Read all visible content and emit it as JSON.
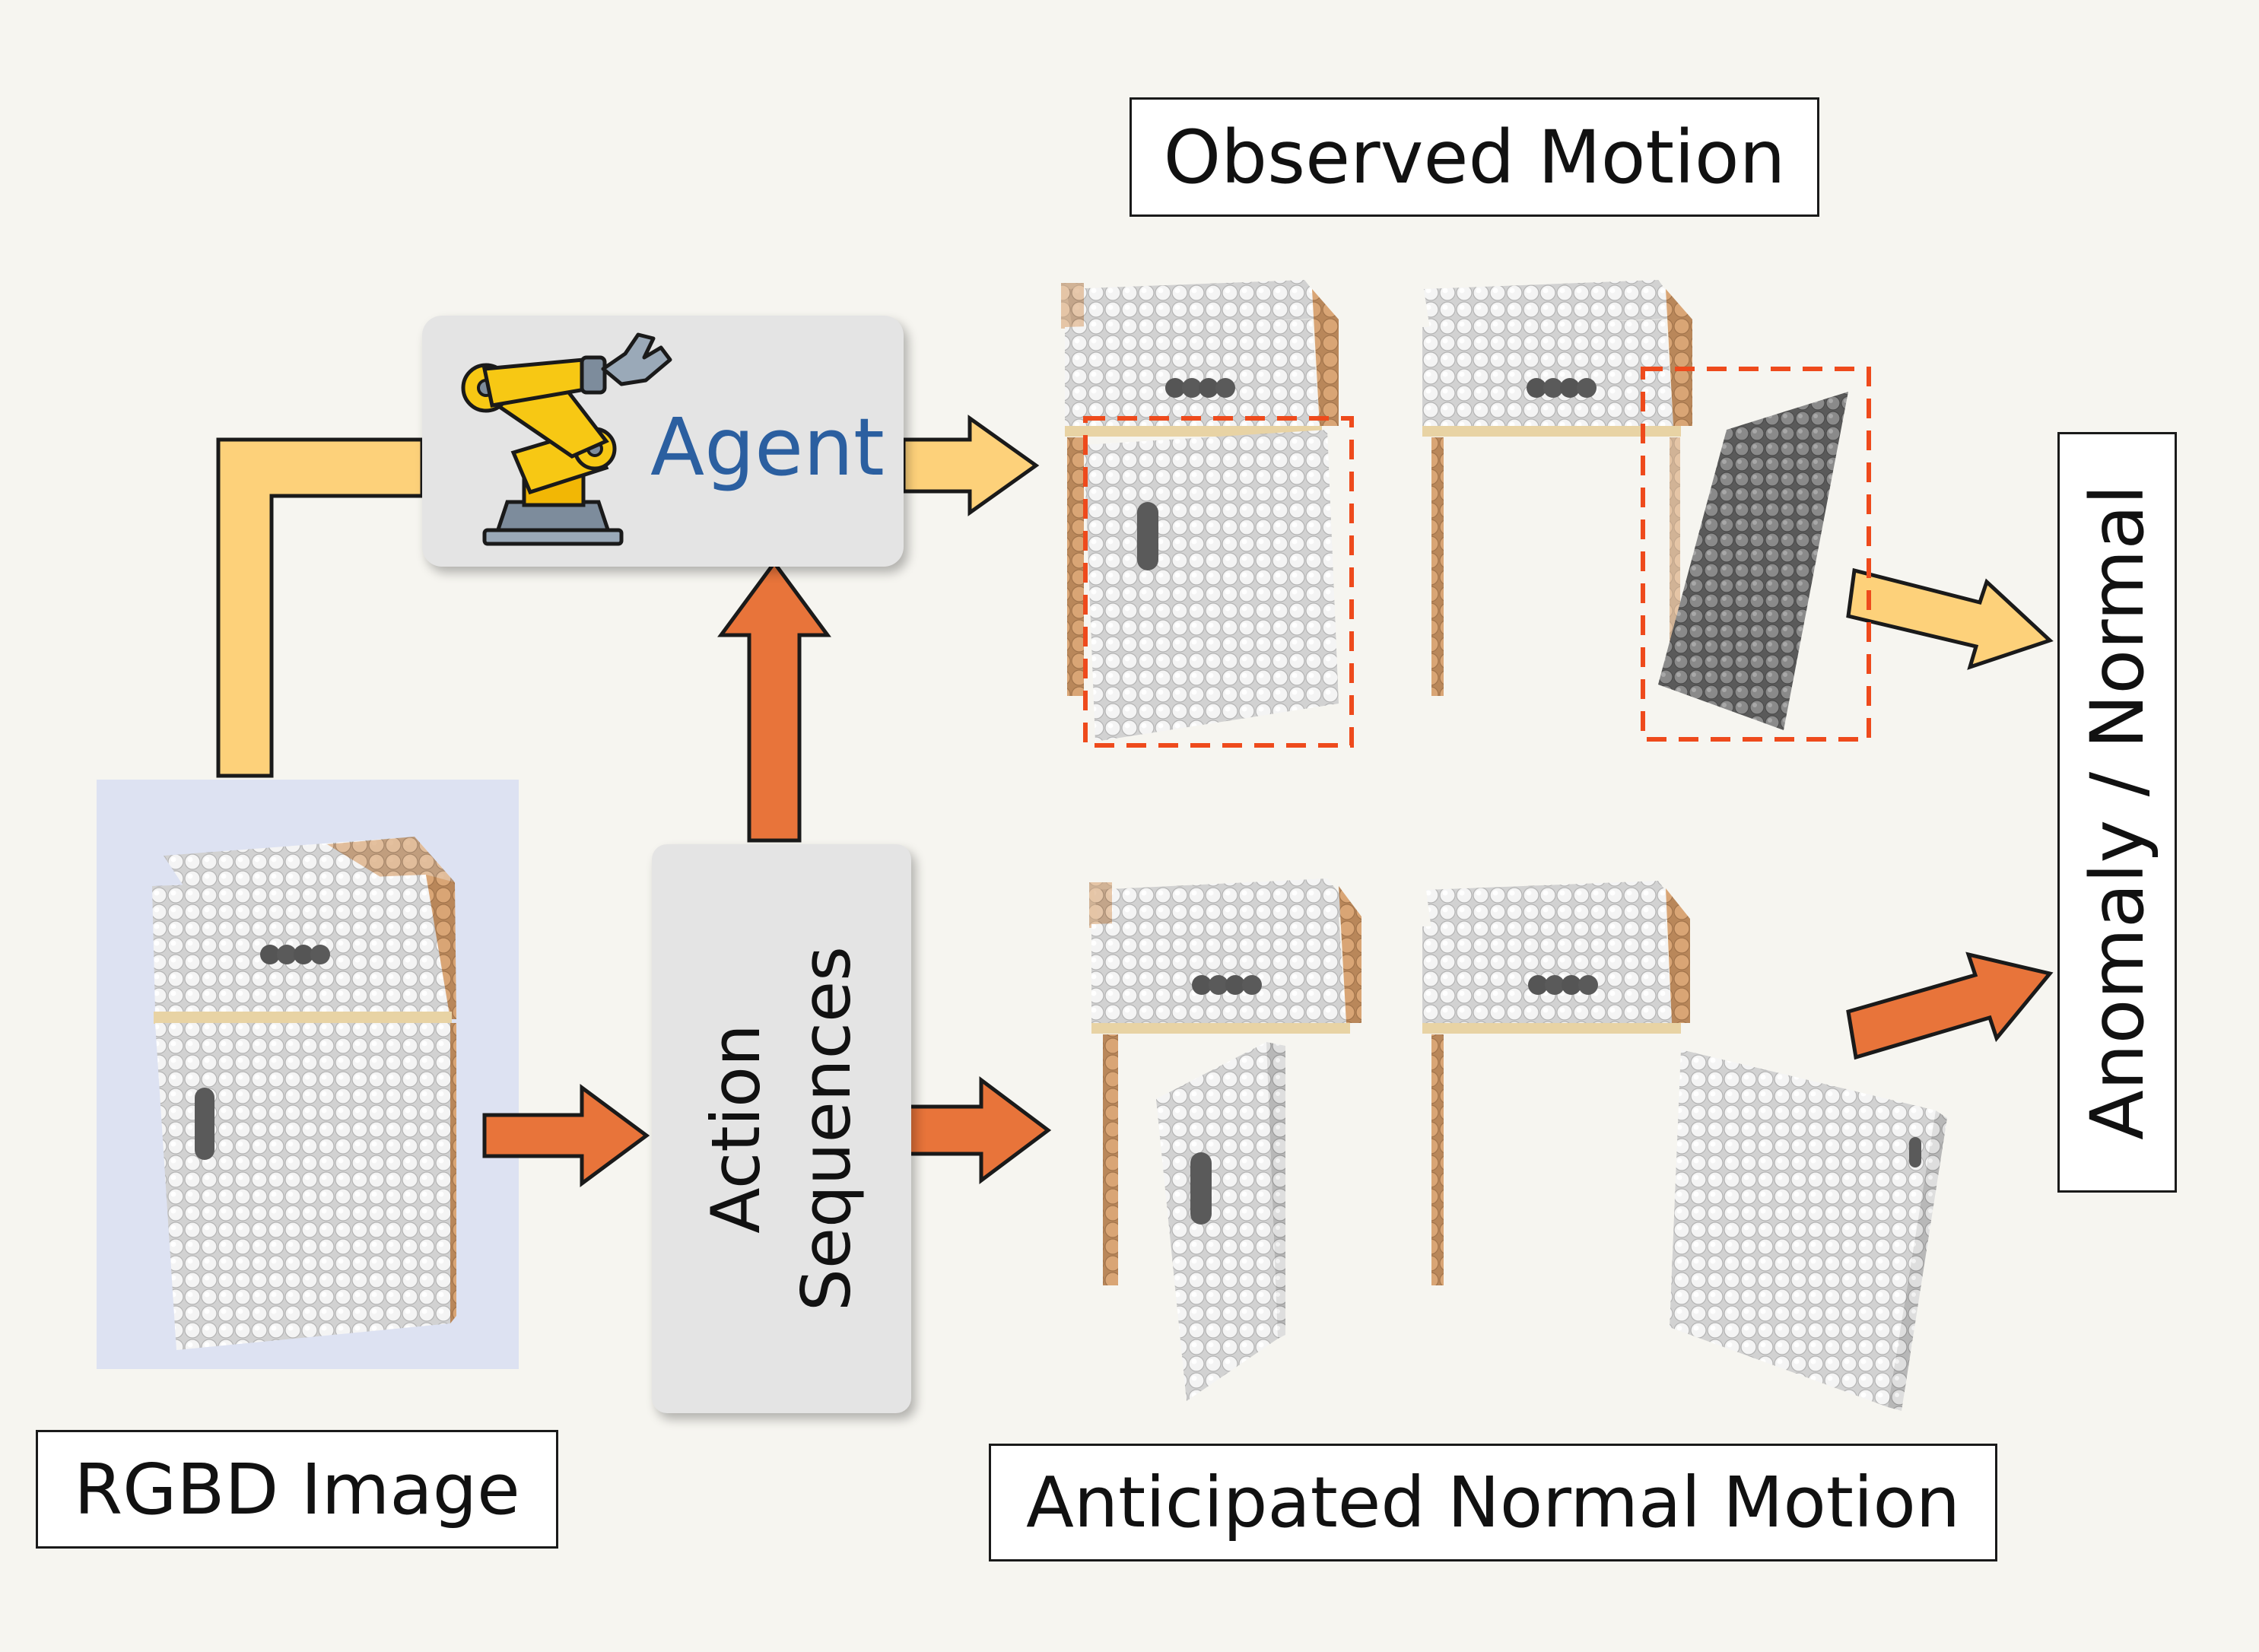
{
  "labels": {
    "observed_motion": "Observed Motion",
    "anticipated_normal_motion": "Anticipated Normal Motion",
    "rgbd_image": "RGBD Image",
    "agent": "Agent",
    "action_sequences_line1": "Action",
    "action_sequences_line2": "Sequences",
    "anomaly_normal": "Anomaly / Normal"
  },
  "colors": {
    "background": "#f6f5f0",
    "yellow_arrow": "#fdd17a",
    "orange_arrow": "#e8743a",
    "anomaly_box": "#ee4a1c",
    "agent_text": "#2b5fa0",
    "rgbd_panel": "#dde2f2",
    "gray_box": "#e4e4e4"
  },
  "icons": {
    "agent": "robot-arm-icon"
  }
}
